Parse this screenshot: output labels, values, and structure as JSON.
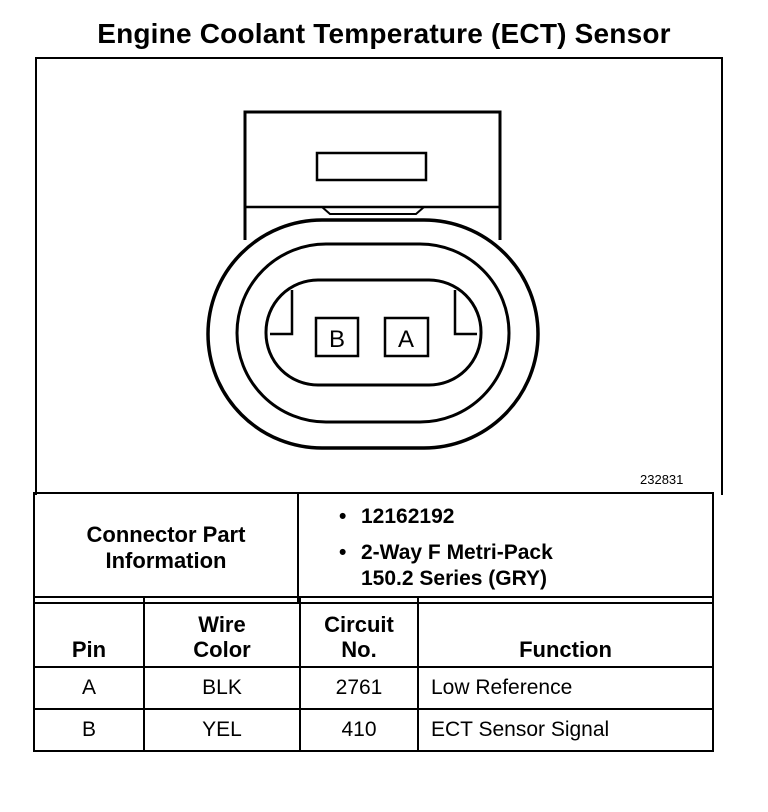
{
  "title": "Engine Coolant Temperature (ECT) Sensor",
  "figure_id": "232831",
  "connector": {
    "pins": [
      "B",
      "A"
    ]
  },
  "connector_part_info": {
    "label_line1": "Connector Part",
    "label_line2": "Information",
    "bullet": "•",
    "items": [
      {
        "line1": "12162192",
        "line2": ""
      },
      {
        "line1": "2-Way F Metri-Pack",
        "line2": "150.2 Series (GRY)"
      }
    ]
  },
  "pin_table": {
    "headers": {
      "pin": "Pin",
      "wire_line1": "Wire",
      "wire_line2": "Color",
      "circuit_line1": "Circuit",
      "circuit_line2": "No.",
      "function": "Function"
    },
    "rows": [
      {
        "pin": "A",
        "wire": "BLK",
        "circuit": "2761",
        "function": "Low Reference"
      },
      {
        "pin": "B",
        "wire": "YEL",
        "circuit": "410",
        "function": "ECT Sensor Signal"
      }
    ]
  }
}
